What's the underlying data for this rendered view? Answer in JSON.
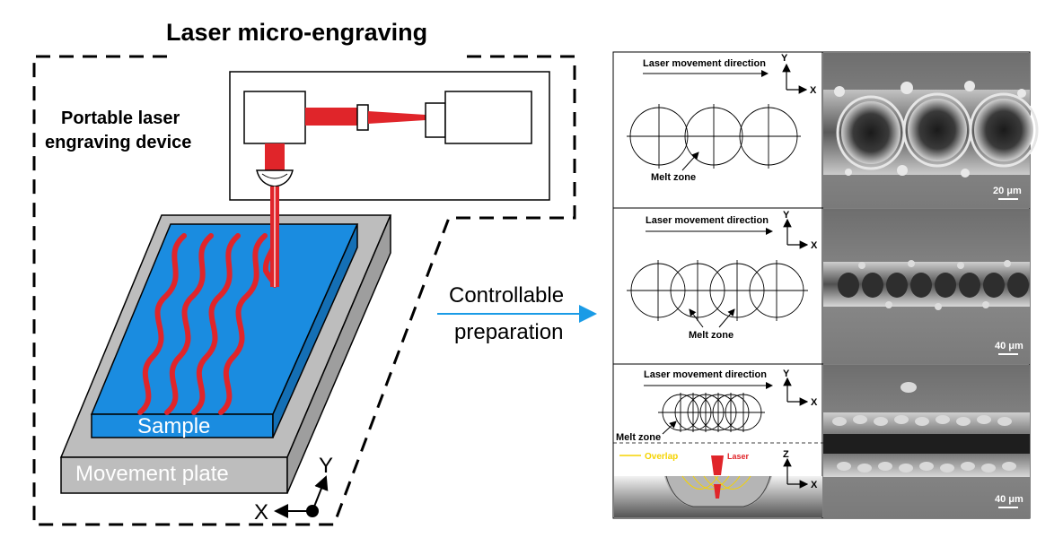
{
  "title": "Laser micro-engraving",
  "device_label_line1": "Portable laser",
  "device_label_line2": "engraving device",
  "sample_label": "Sample",
  "plate_label": "Movement plate",
  "axis": {
    "x": "X",
    "y": "Y",
    "z": "Z"
  },
  "arrow_label_line1": "Controllable",
  "arrow_label_line2": "preparation",
  "panels": [
    {
      "direction_label": "Laser movement direction",
      "melt_label": "Melt zone",
      "scale_label": "20 μm"
    },
    {
      "direction_label": "Laser movement direction",
      "melt_label": "Melt zone",
      "scale_label": "40 μm"
    },
    {
      "direction_label": "Laser movement direction",
      "melt_label": "Melt zone",
      "scale_label": "40 μm",
      "overlap_label": "Overlap",
      "laser_label": "Laser"
    }
  ],
  "colors": {
    "laser_red": "#e0252a",
    "sample_blue": "#1a8ce0",
    "plate_gray": "#bdbdbd",
    "arrow_blue": "#1a9be6",
    "overlap_yellow": "#f5d300"
  }
}
